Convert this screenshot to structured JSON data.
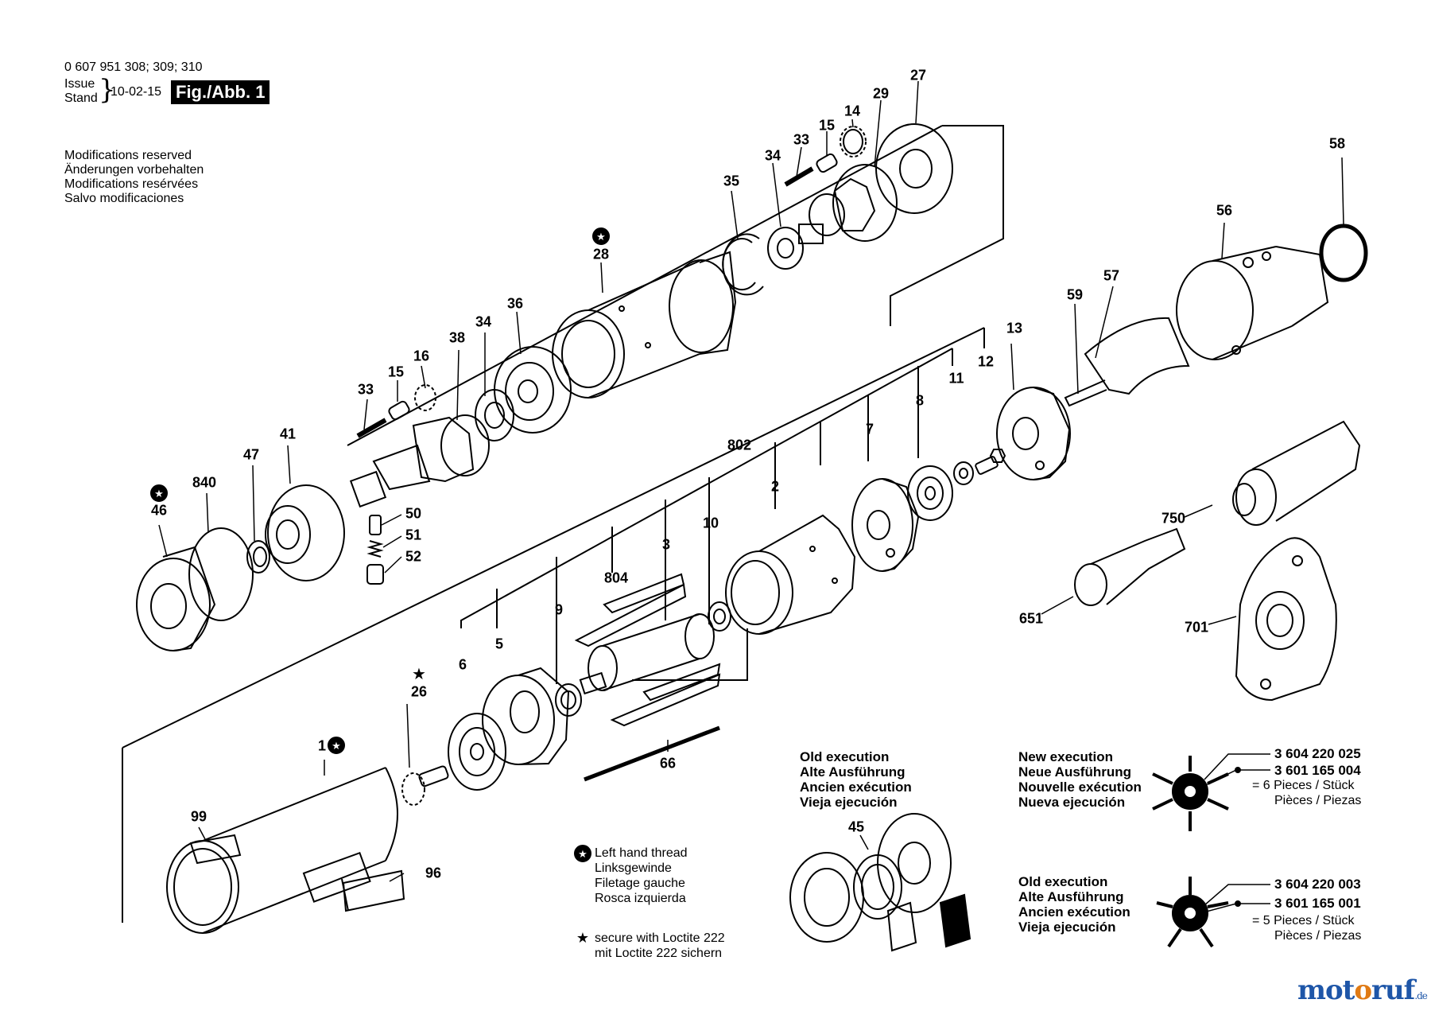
{
  "header": {
    "part_numbers": "0 607 951 308; 309; 310",
    "issue_label": "Issue",
    "stand_label": "Stand",
    "date": "10-02-15",
    "fig_label": "Fig./Abb. 1",
    "modifications": [
      "Modifications reserved",
      "Änderungen vorbehalten",
      "Modifications resérvées",
      "Salvo modificaciones"
    ]
  },
  "part_labels": [
    "27",
    "29",
    "14",
    "15",
    "33",
    "34",
    "35",
    "28",
    "36",
    "34",
    "38",
    "16",
    "15",
    "33",
    "41",
    "47",
    "840",
    "46",
    "50",
    "51",
    "52",
    "58",
    "56",
    "57",
    "59",
    "13",
    "12",
    "11",
    "8",
    "7",
    "802",
    "2",
    "10",
    "3",
    "804",
    "9",
    "5",
    "6",
    "26",
    "1",
    "99",
    "96",
    "66",
    "750",
    "651",
    "701",
    "45"
  ],
  "legend": {
    "left_hand_thread": [
      "Left hand thread",
      "Linksgewinde",
      "Filetage gauche",
      "Rosca izquierda"
    ],
    "loctite": [
      "secure with Loctite 222",
      "mit Loctite 222 sichern"
    ]
  },
  "old_execution_bearing": [
    "Old execution",
    "Alte Ausführung",
    "Ancien exécution",
    "Vieja ejecución"
  ],
  "new_execution": {
    "title": [
      "New execution",
      "Neue Ausführung",
      "Nouvelle exécution",
      "Nueva ejecución"
    ],
    "numbers": [
      "3 604 220 025",
      "3 601 165 004"
    ],
    "count": [
      "= 6 Pieces / Stück",
      "Pièces / Piezas"
    ]
  },
  "old_execution_rotor": {
    "title": [
      "Old execution",
      "Alte Ausführung",
      "Ancien exécution",
      "Vieja ejecución"
    ],
    "numbers": [
      "3 604 220 003",
      "3 601 165 001"
    ],
    "count": [
      "= 5 Pieces / Stück",
      "Pièces / Piezas"
    ]
  },
  "watermark": {
    "main_a": "mot",
    "main_b": "o",
    "main_c": "ruf",
    "tld": ".de"
  }
}
